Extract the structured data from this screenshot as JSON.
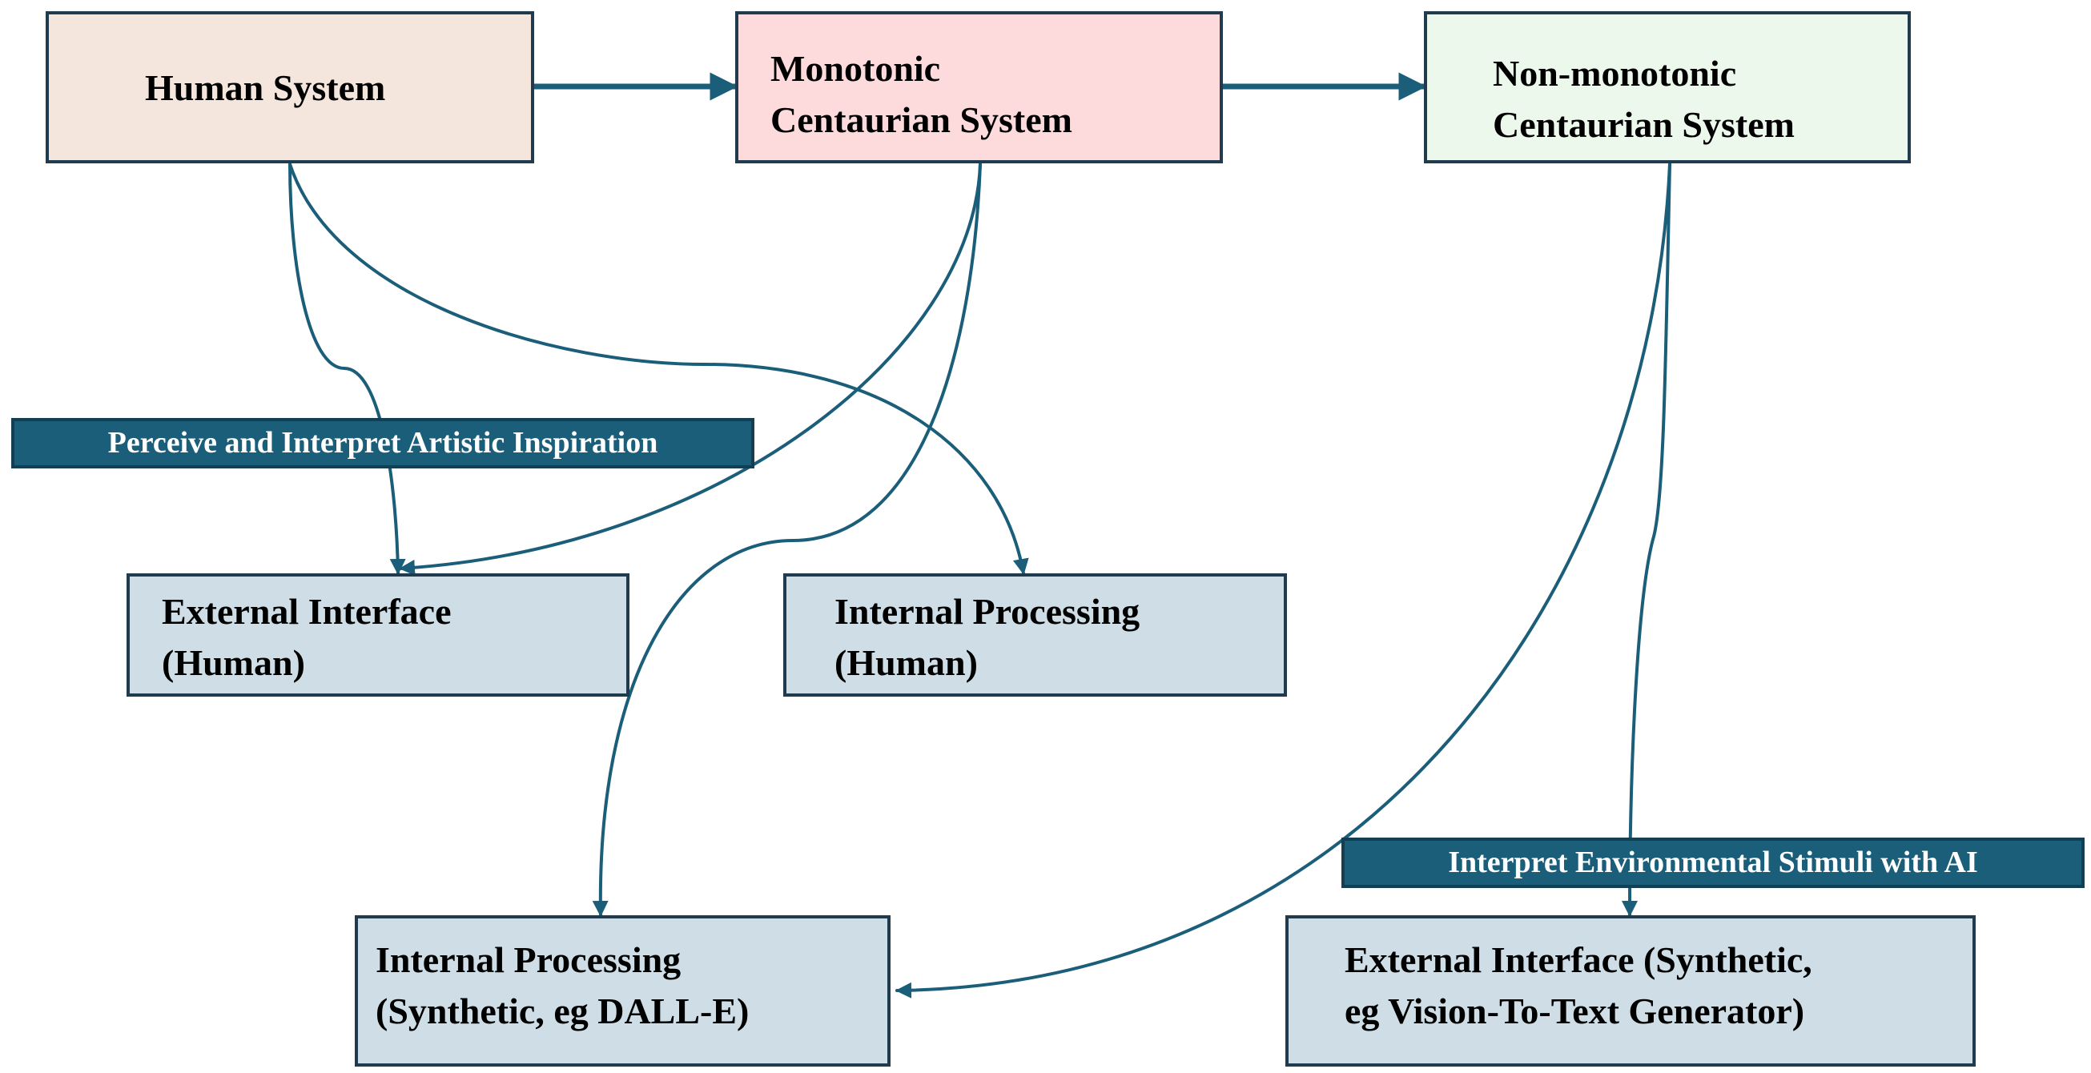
{
  "colors": {
    "arrow": "#1b5e7a",
    "box_border": "#1f3b4d",
    "human_fill": "#f5e6dd",
    "monotonic_fill": "#fddbdc",
    "nonmonotonic_fill": "#ecf8ec",
    "sub_fill": "#cfdee6",
    "banner_fill": "#1b5e7a",
    "banner_text": "#ffffff"
  },
  "nodes": {
    "human_system": {
      "line1": "Human System"
    },
    "monotonic": {
      "line1": "Monotonic",
      "line2": "Centaurian System"
    },
    "nonmonotonic": {
      "line1": "Non-monotonic",
      "line2": "Centaurian System"
    },
    "ext_human": {
      "line1": "External Interface",
      "line2": "(Human)"
    },
    "int_human": {
      "line1": "Internal Processing",
      "line2": "(Human)"
    },
    "int_synth": {
      "line1": "Internal Processing",
      "line2": "(Synthetic, eg DALL-E)"
    },
    "ext_synth": {
      "line1": "External Interface (Synthetic,",
      "line2": "eg Vision-To-Text Generator)"
    }
  },
  "banners": {
    "perceive": "Perceive and Interpret Artistic Inspiration",
    "interpret": "Interpret Environmental Stimuli with AI"
  },
  "edges": [
    {
      "from": "Human System",
      "to": "Monotonic Centaurian System"
    },
    {
      "from": "Monotonic Centaurian System",
      "to": "Non-monotonic Centaurian System"
    },
    {
      "from": "Human System",
      "to": "External Interface (Human)"
    },
    {
      "from": "Human System",
      "to": "Internal Processing (Human)"
    },
    {
      "from": "Monotonic Centaurian System",
      "to": "External Interface (Human)"
    },
    {
      "from": "Monotonic Centaurian System",
      "to": "Internal Processing (Synthetic, eg DALL-E)"
    },
    {
      "from": "Non-monotonic Centaurian System",
      "to": "Internal Processing (Synthetic, eg DALL-E)"
    },
    {
      "from": "Non-monotonic Centaurian System",
      "to": "External Interface (Synthetic, eg Vision-To-Text Generator)"
    }
  ]
}
